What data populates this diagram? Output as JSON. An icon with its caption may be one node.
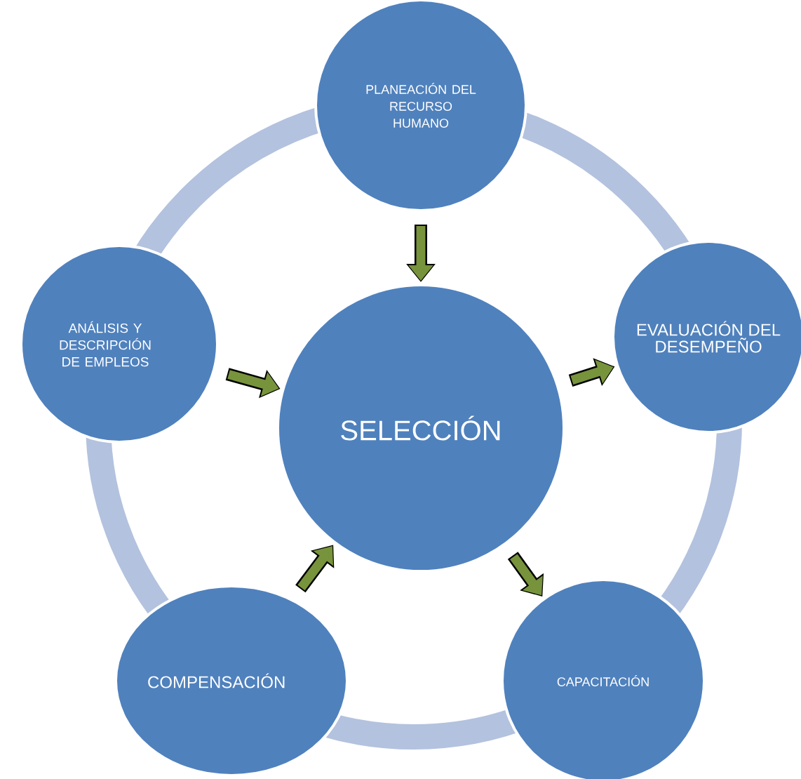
{
  "diagram": {
    "nodes": [
      {
        "text": [
          "PLANEACIÓN DEL RECURSO HUMANO"
        ]
      },
      {
        "text": [
          "ANÁLISIS Y DESCRIPCIÓN DE EMPLEOS"
        ]
      },
      {
        "text": [
          "SELECCIÓN"
        ]
      },
      {
        "text": [
          "EVALUACIÓN DEL DESEMPEÑO"
        ]
      },
      {
        "text": [
          "COMPENSACIÓN"
        ]
      },
      {
        "text": [
          "CAPACITACIÓN"
        ]
      }
    ],
    "edges": [
      {
        "from": 0,
        "to": 2,
        "arrow": "to"
      },
      {
        "from": 1,
        "to": 2,
        "arrow": "to"
      },
      {
        "from": 2,
        "to": 3,
        "arrow": "to"
      },
      {
        "from": 2,
        "to": 5,
        "arrow": "to"
      },
      {
        "from": 4,
        "to": 2,
        "arrow": "to"
      }
    ]
  }
}
